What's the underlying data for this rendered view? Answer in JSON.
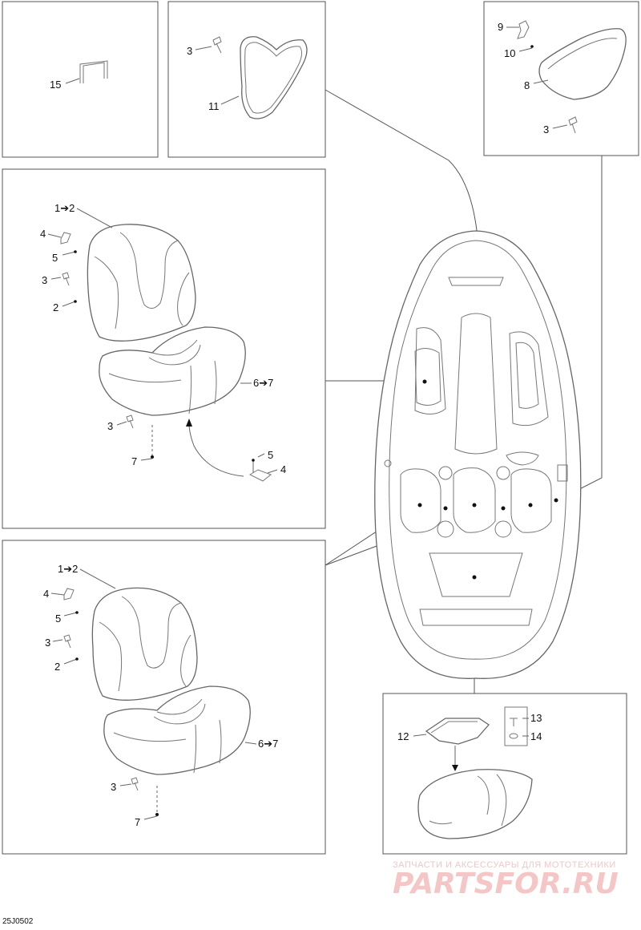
{
  "diagram_code": "25J0502",
  "watermark": {
    "subtitle": "ЗАПЧАСТИ И АКСЕССУАРЫ ДЛЯ МОТОТЕХНИКИ",
    "brand": "PARTSFOR.RU"
  },
  "panels": {
    "strap": {
      "callouts": {
        "p15": "15"
      }
    },
    "backrest_pad": {
      "callouts": {
        "p3": "3",
        "p11": "11"
      }
    },
    "rear_cushion": {
      "callouts": {
        "p9": "9",
        "p10": "10",
        "p8": "8",
        "p3": "3"
      }
    },
    "seat_upper": {
      "callouts": {
        "p1_2": "1➔2",
        "p4a": "4",
        "p5a": "5",
        "p3a": "3",
        "p2": "2",
        "p6_7": "6➔7",
        "p3b": "3",
        "p7": "7",
        "p5b": "5",
        "p4b": "4"
      }
    },
    "seat_lower": {
      "callouts": {
        "p1_2": "1➔2",
        "p4": "4",
        "p5": "5",
        "p3a": "3",
        "p2": "2",
        "p6_7": "6➔7",
        "p3b": "3",
        "p7": "7"
      }
    },
    "floor_cover": {
      "callouts": {
        "p12": "12",
        "p13": "13",
        "p14": "14"
      }
    }
  }
}
